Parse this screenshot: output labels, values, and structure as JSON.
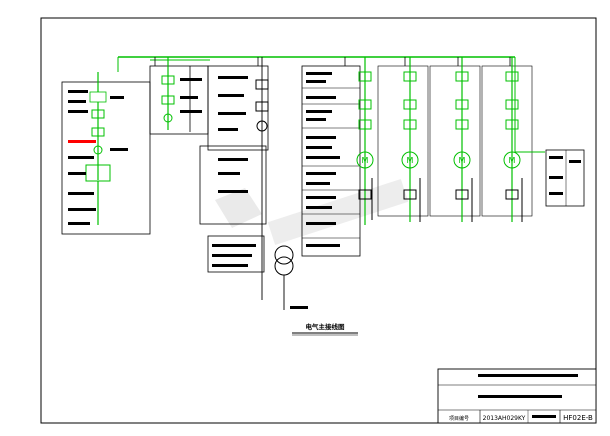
{
  "drawing": {
    "title": "电气主接线图",
    "colors": {
      "bus": "#00c000",
      "wire": "#000000",
      "highlight": "#ff0000",
      "cyan": "#00b4c8",
      "magenta": "#d000d0",
      "watermark": "#e4e4e4"
    }
  },
  "title_block": {
    "project": "",
    "drawing_name": "",
    "project_no_label": "项目编号",
    "project_no": "2013AH029KY",
    "stage": "",
    "sheet_no": "HF02E-B"
  },
  "icons": {
    "transformer": "transformer-icon",
    "motor": "motor-icon",
    "breaker": "circuit-breaker-icon",
    "ground": "ground-icon",
    "watermark": "watermark-logo"
  }
}
